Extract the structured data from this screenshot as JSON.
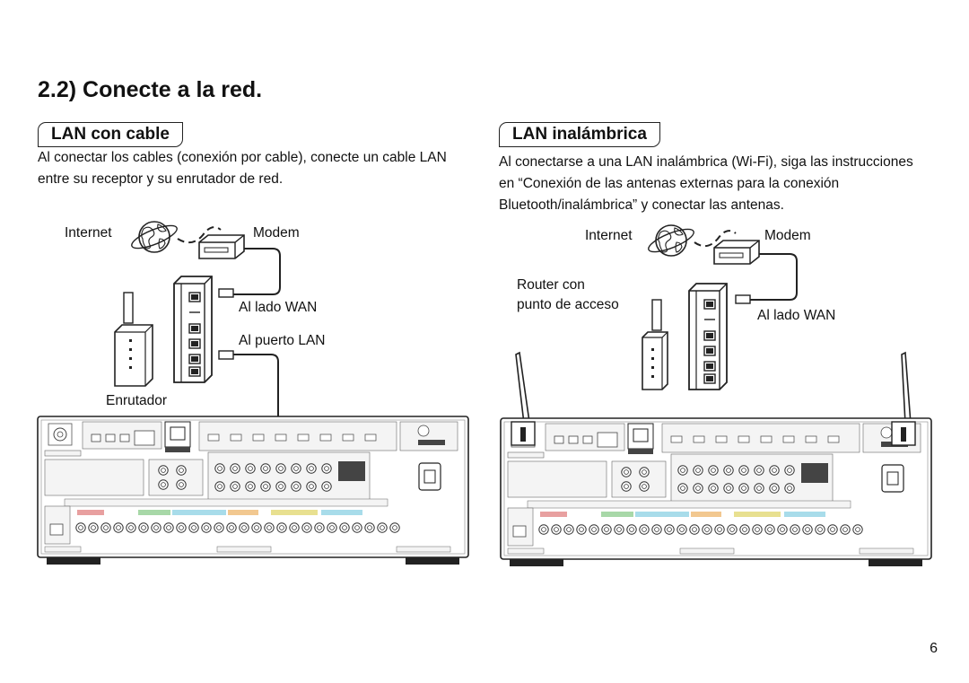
{
  "page": {
    "heading": "2.2) Conecte a la red.",
    "page_number": "6"
  },
  "wired": {
    "title": "LAN con cable",
    "body": "Al conectar los cables (conexión por cable), conecte un cable LAN entre su receptor y su enrutador de red.",
    "labels": {
      "internet": "Internet",
      "modem": "Modem",
      "wan": "Al lado WAN",
      "lan": "Al puerto LAN",
      "router": "Enrutador"
    }
  },
  "wireless": {
    "title": "LAN inalámbrica",
    "body": "Al conectarse a una LAN inalámbrica (Wi-Fi), siga las instrucciones en “Conexión de las antenas externas para la conexión Bluetooth/inalámbrica” y conectar las antenas.",
    "labels": {
      "internet": "Internet",
      "modem": "Modem",
      "router_line1": "Router con",
      "router_line2": "punto de acceso",
      "wan": "Al lado WAN"
    }
  },
  "colors": {
    "text": "#111111",
    "line": "#222222",
    "panel_fill": "#f4f4f4",
    "strip_red": "#e8a0a0",
    "strip_green": "#a8d8a8",
    "strip_cyan": "#a8dcea",
    "strip_orange": "#f2c890",
    "strip_yellow": "#e8e090"
  }
}
